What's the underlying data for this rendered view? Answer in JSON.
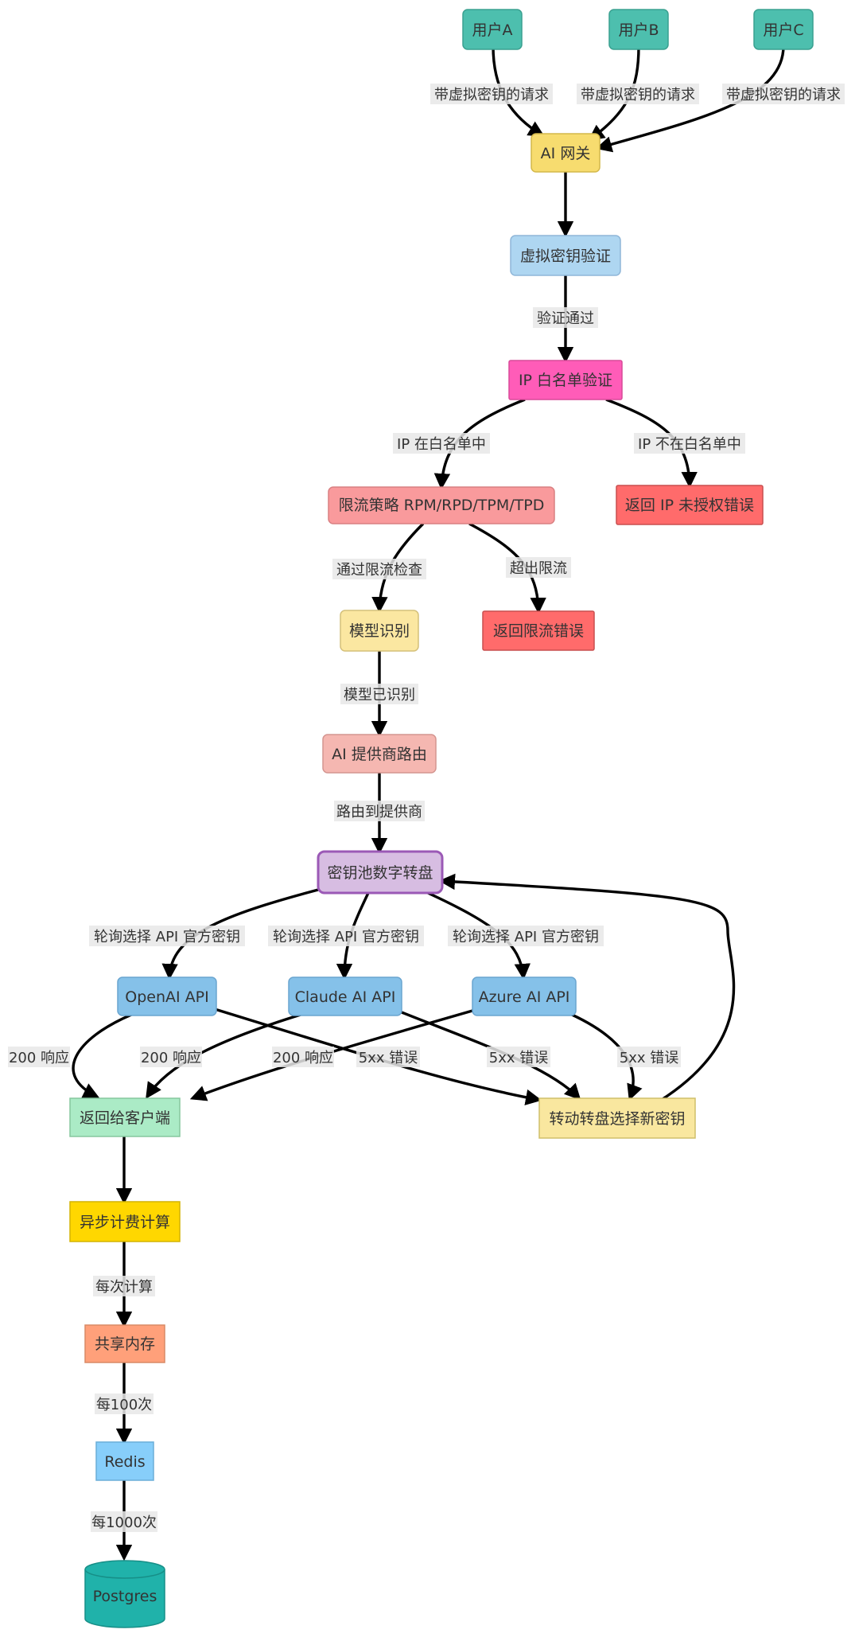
{
  "nodes": {
    "user_a": {
      "label": "用户A",
      "color": "#4dbfae"
    },
    "user_b": {
      "label": "用户B",
      "color": "#4dbfae"
    },
    "user_c": {
      "label": "用户C",
      "color": "#4dbfae"
    },
    "gateway": {
      "label": "AI 网关",
      "color": "#f7dc6f"
    },
    "vkey_verify": {
      "label": "虚拟密钥验证",
      "color": "#aed6f1"
    },
    "ip_whitelist": {
      "label": "IP 白名单验证",
      "color": "#ff5cb8"
    },
    "rate_limit": {
      "label": "限流策略 RPM/RPD/TPM/TPD",
      "color": "#f99a9c"
    },
    "ip_error": {
      "label": "返回 IP 未授权错误",
      "color": "#ff6b6b"
    },
    "model_id": {
      "label": "模型识别",
      "color": "#fbe7a1"
    },
    "rate_error": {
      "label": "返回限流错误",
      "color": "#ff6b6b"
    },
    "provider_route": {
      "label": "AI 提供商路由",
      "color": "#f5b7b1"
    },
    "key_pool": {
      "label": "密钥池数字转盘",
      "color": "#d7bde2"
    },
    "openai": {
      "label": "OpenAI API",
      "color": "#85c1e9"
    },
    "claude": {
      "label": "Claude AI API",
      "color": "#85c1e9"
    },
    "azure": {
      "label": "Azure AI API",
      "color": "#85c1e9"
    },
    "return_client": {
      "label": "返回给客户端",
      "color": "#abebc6"
    },
    "rotate_key": {
      "label": "转动转盘选择新密钥",
      "color": "#f9e79f"
    },
    "billing": {
      "label": "异步计费计算",
      "color": "#ffd700"
    },
    "shared_mem": {
      "label": "共享内存",
      "color": "#ffa07a"
    },
    "redis": {
      "label": "Redis",
      "color": "#87cefa"
    },
    "postgres": {
      "label": "Postgres",
      "color": "#20b2aa"
    }
  },
  "edge_labels": {
    "user_a_req": "带虚拟密钥的请求",
    "user_b_req": "带虚拟密钥的请求",
    "user_c_req": "带虚拟密钥的请求",
    "verify_pass": "验证通过",
    "ip_in": "IP 在白名单中",
    "ip_not_in": "IP 不在白名单中",
    "rate_pass": "通过限流检查",
    "rate_exceed": "超出限流",
    "model_recognized": "模型已识别",
    "route_to_provider": "路由到提供商",
    "poll_openai": "轮询选择 API 官方密钥",
    "poll_claude": "轮询选择 API 官方密钥",
    "poll_azure": "轮询选择 API 官方密钥",
    "openai_200": "200 响应",
    "claude_200": "200 响应",
    "azure_200": "200 响应",
    "openai_5xx": "5xx 错误",
    "claude_5xx": "5xx 错误",
    "azure_5xx": "5xx 错误",
    "each_calc": "每次计算",
    "every_100": "每100次",
    "every_1000": "每1000次"
  }
}
